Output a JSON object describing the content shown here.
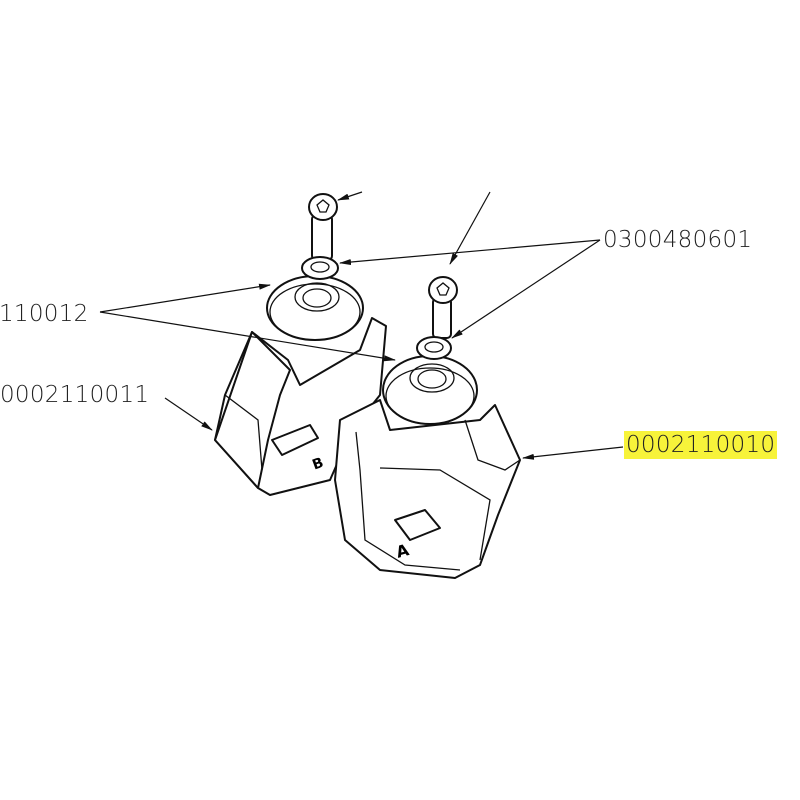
{
  "callouts": {
    "screw_washer": "0300480601",
    "dome_cap": "110012",
    "bracket_b": "0002110011",
    "bracket_a": "0002110010"
  },
  "part_marks": {
    "a": "A",
    "b": "B"
  },
  "highlight_color": "#f7f33a"
}
